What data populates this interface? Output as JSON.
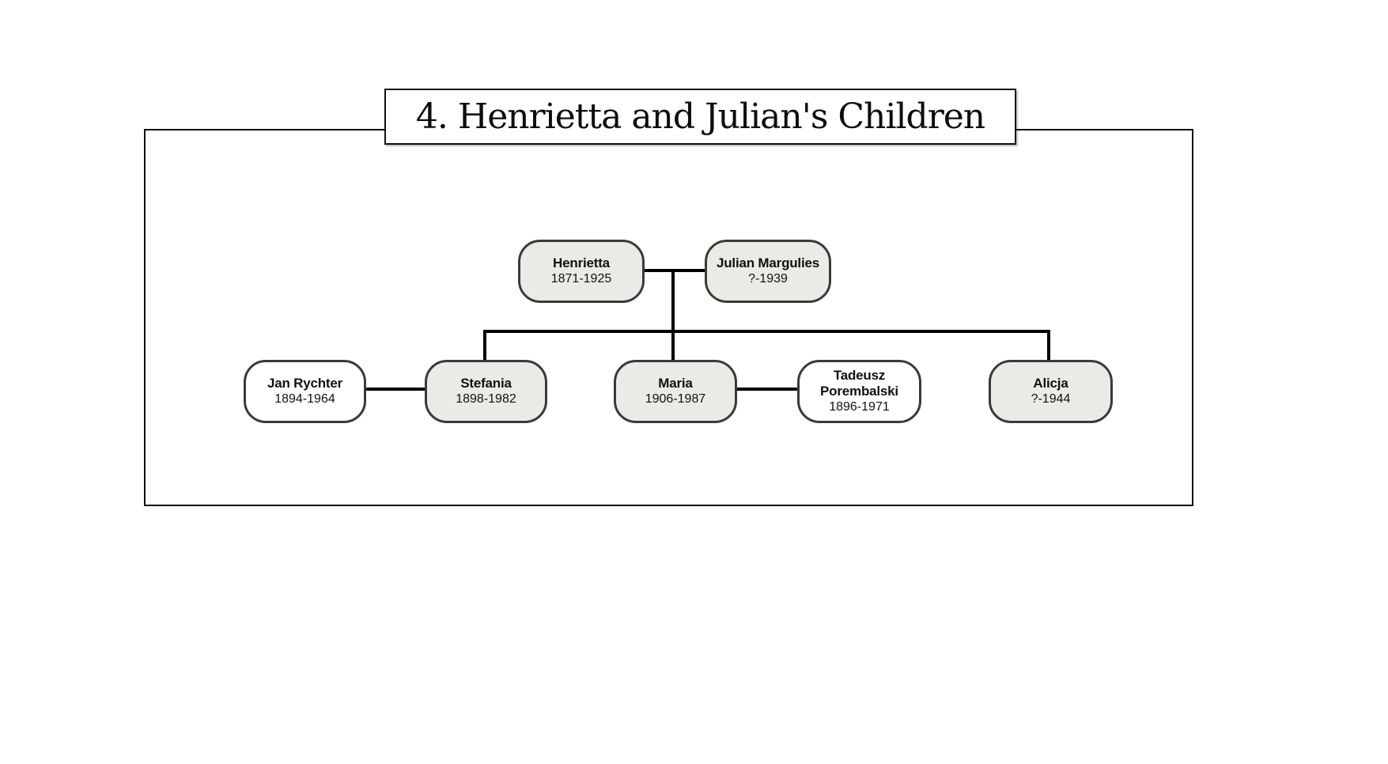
{
  "title": {
    "text": "4. Henrietta and Julian's Children"
  },
  "colors": {
    "descendant_fill": "#ECEAE7",
    "spouse_fill": "#FFFFFF",
    "box_border": "#3A3A3A",
    "connector": "#000000"
  },
  "persons": {
    "henrietta": {
      "name": "Henrietta",
      "dates": "1871-1925"
    },
    "julian": {
      "name": "Julian Margulies",
      "dates": "?-1939"
    },
    "jan": {
      "name": "Jan Rychter",
      "dates": "1894-1964"
    },
    "stefania": {
      "name": "Stefania",
      "dates": "1898-1982"
    },
    "maria": {
      "name": "Maria",
      "dates": "1906-1987"
    },
    "tadeusz": {
      "name": "Tadeusz Porembalski",
      "dates": "1896-1971"
    },
    "alicja": {
      "name": "Alicja",
      "dates": "?-1944"
    }
  },
  "relations": {
    "couples": [
      [
        "henrietta",
        "julian"
      ],
      [
        "jan",
        "stefania"
      ],
      [
        "maria",
        "tadeusz"
      ]
    ],
    "children_of_henrietta_and_julian": [
      "stefania",
      "maria",
      "alicja"
    ]
  }
}
